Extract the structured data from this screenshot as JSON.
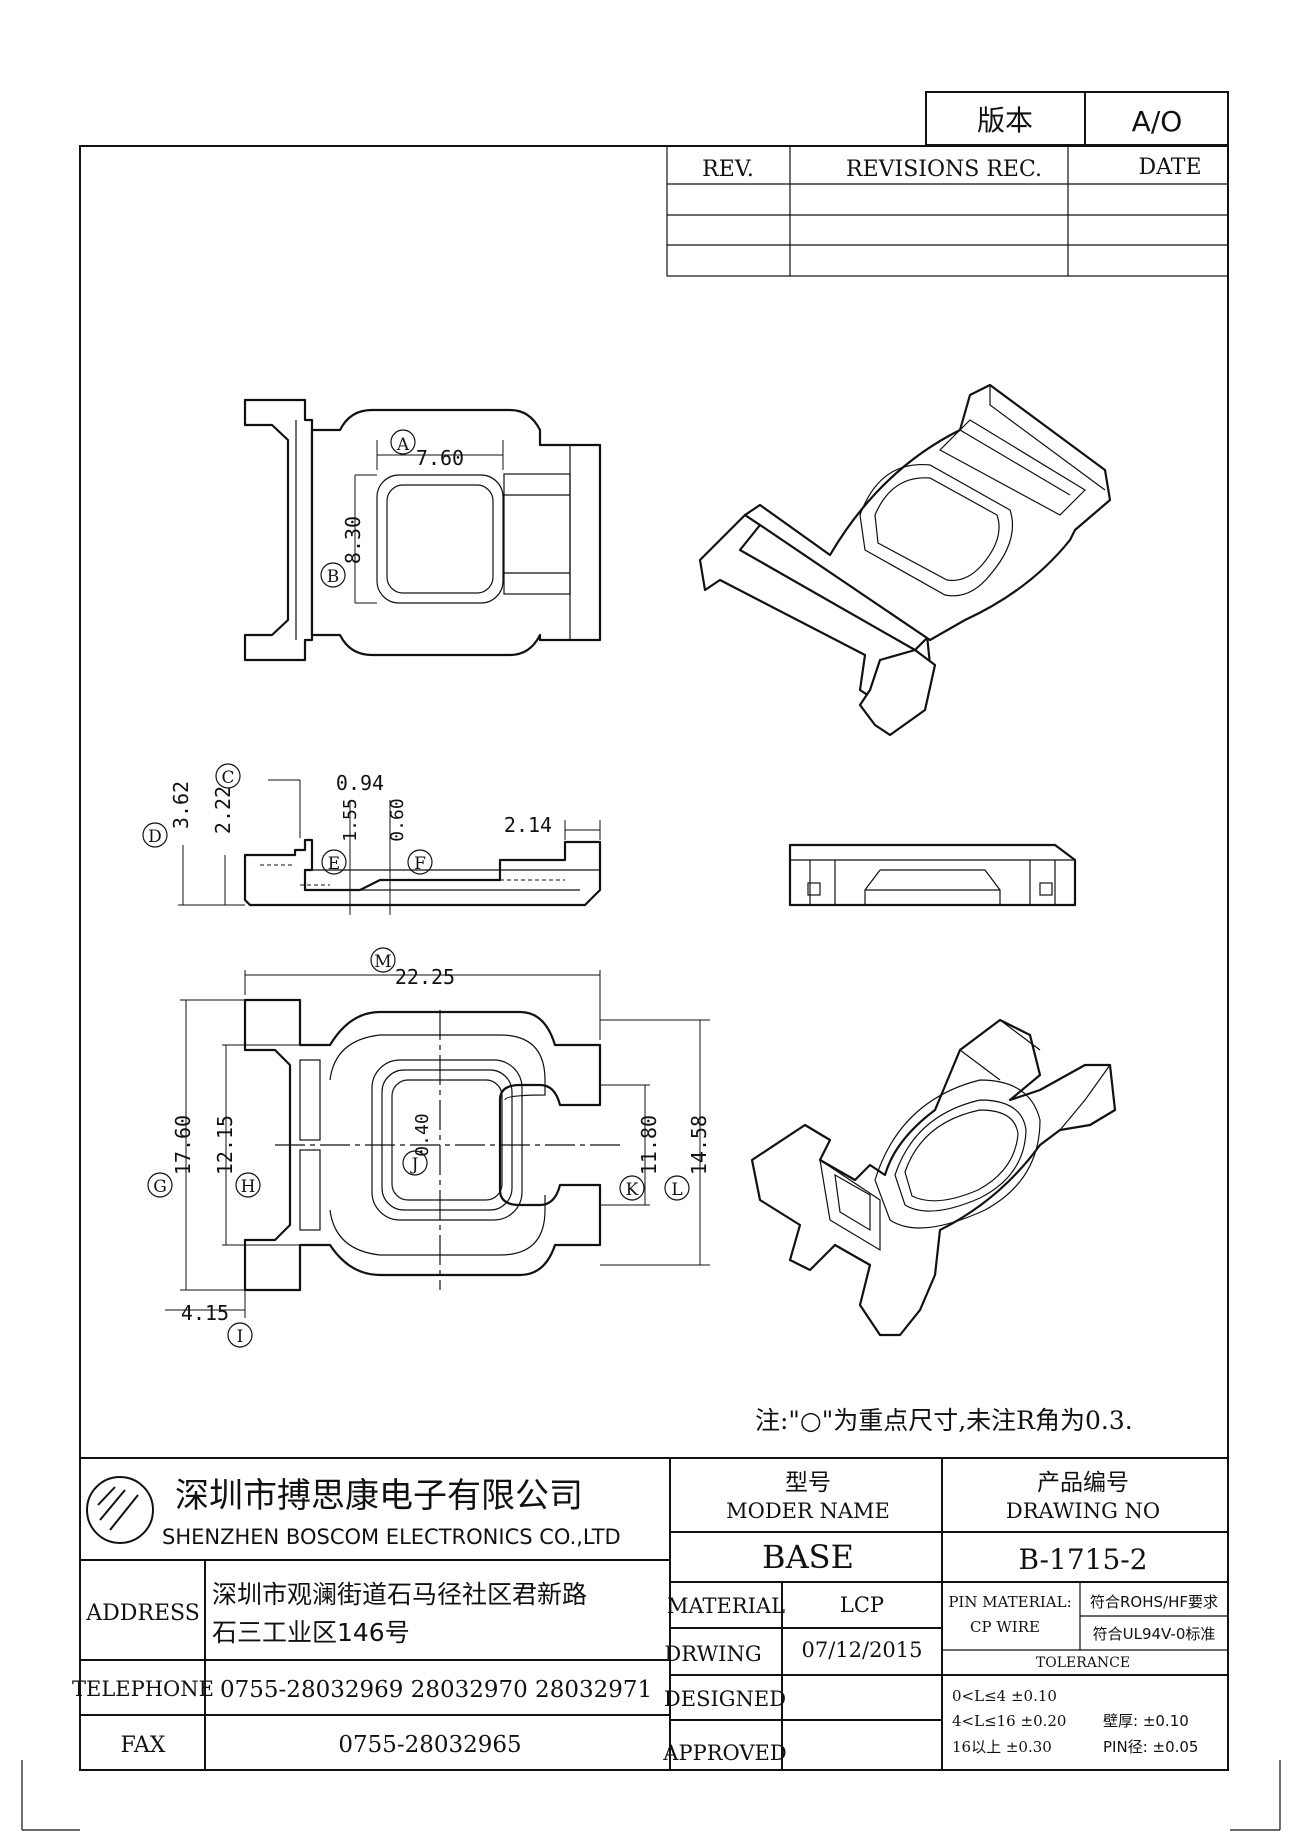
{
  "version": {
    "label": "版本",
    "value": "A/O"
  },
  "revisions": {
    "headers": [
      "REV.",
      "REVISIONS REC.",
      "DATE"
    ],
    "rows": [
      [
        "",
        "",
        ""
      ],
      [
        "",
        "",
        ""
      ],
      [
        "",
        "",
        ""
      ]
    ]
  },
  "dimensions": {
    "A": "A",
    "B": "B",
    "C": "C",
    "D": "D",
    "E": "E",
    "F": "F",
    "G": "G",
    "H": "H",
    "I": "I",
    "J": "J",
    "K": "K",
    "L": "L",
    "M": "M",
    "d_7_60": "7.60",
    "d_8_30": "8.30",
    "d_0_94": "0.94",
    "d_3_62": "3.62",
    "d_2_22": "2.22",
    "d_1_55": "1.55",
    "d_0_60": "0.60",
    "d_2_14": "2.14",
    "d_22_25": "22.25",
    "d_17_60": "17.60",
    "d_12_15": "12.15",
    "d_0_40": "0.40",
    "d_11_80": "11.80",
    "d_14_58": "14.58",
    "d_4_15": "4.15"
  },
  "note": "注:\"○\"为重点尺寸,未注R角为0.3.",
  "title_block": {
    "company_cn": "深圳市搏思康电子有限公司",
    "company_en": "SHENZHEN BOSCOM ELECTRONICS CO.,LTD",
    "address_label": "ADDRESS",
    "address_line1": "深圳市观澜街道石马径社区君新路",
    "address_line2": "石三工业区146号",
    "telephone_label": "TELEPHONE",
    "telephone": "0755-28032969 28032970 28032971",
    "fax_label": "FAX",
    "fax": "0755-28032965",
    "model_cn": "型号",
    "model_en": "MODER NAME",
    "model_value": "BASE",
    "drawing_no_cn": "产品编号",
    "drawing_no_en": "DRAWING NO",
    "drawing_no_value": "B-1715-2",
    "material_label": "MATERIAL",
    "material_value": "LCP",
    "drwing_label": "DRWING",
    "drwing_value": "07/12/2015",
    "designed_label": "DESIGNED",
    "approved_label": "APPROVED",
    "pin_material_label": "PIN MATERIAL:",
    "pin_material_value": "CP WIRE",
    "rohs": "符合ROHS/HF要求",
    "ul": "符合UL94V-0标准",
    "tolerance_label": "TOLERANCE",
    "tol1": "0<L≤4 ±0.10",
    "tol2": "4<L≤16 ±0.20",
    "tol3": "16以上  ±0.30",
    "wall": "壁厚: ±0.10",
    "pin": "PIN径: ±0.05"
  }
}
